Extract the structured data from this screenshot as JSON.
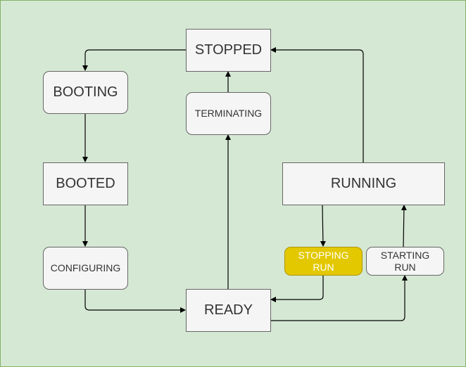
{
  "diagram": {
    "states": {
      "stopped": "STOPPED",
      "booting": "BOOTING",
      "booted": "BOOTED",
      "configuring": "CONFIGURING",
      "ready": "READY",
      "terminating": "TERMINATING",
      "running": "RUNNING",
      "stopping_run": "STOPPING\nRUN",
      "starting_run": "STARTING\nRUN"
    },
    "transitions": [
      {
        "from": "STOPPED",
        "to": "BOOTING"
      },
      {
        "from": "BOOTING",
        "to": "BOOTED"
      },
      {
        "from": "BOOTED",
        "to": "CONFIGURING"
      },
      {
        "from": "CONFIGURING",
        "to": "READY"
      },
      {
        "from": "READY",
        "to": "TERMINATING"
      },
      {
        "from": "TERMINATING",
        "to": "STOPPED"
      },
      {
        "from": "READY",
        "to": "STARTING RUN"
      },
      {
        "from": "STARTING RUN",
        "to": "RUNNING"
      },
      {
        "from": "RUNNING",
        "to": "STOPPING RUN"
      },
      {
        "from": "STOPPING RUN",
        "to": "READY"
      },
      {
        "from": "RUNNING",
        "to": "STOPPED"
      }
    ],
    "colors": {
      "background": "#d5e8d4",
      "border": "#82b366",
      "node_fill": "#f5f5f5",
      "highlight_fill": "#e3c800",
      "edge": "#000000"
    }
  }
}
